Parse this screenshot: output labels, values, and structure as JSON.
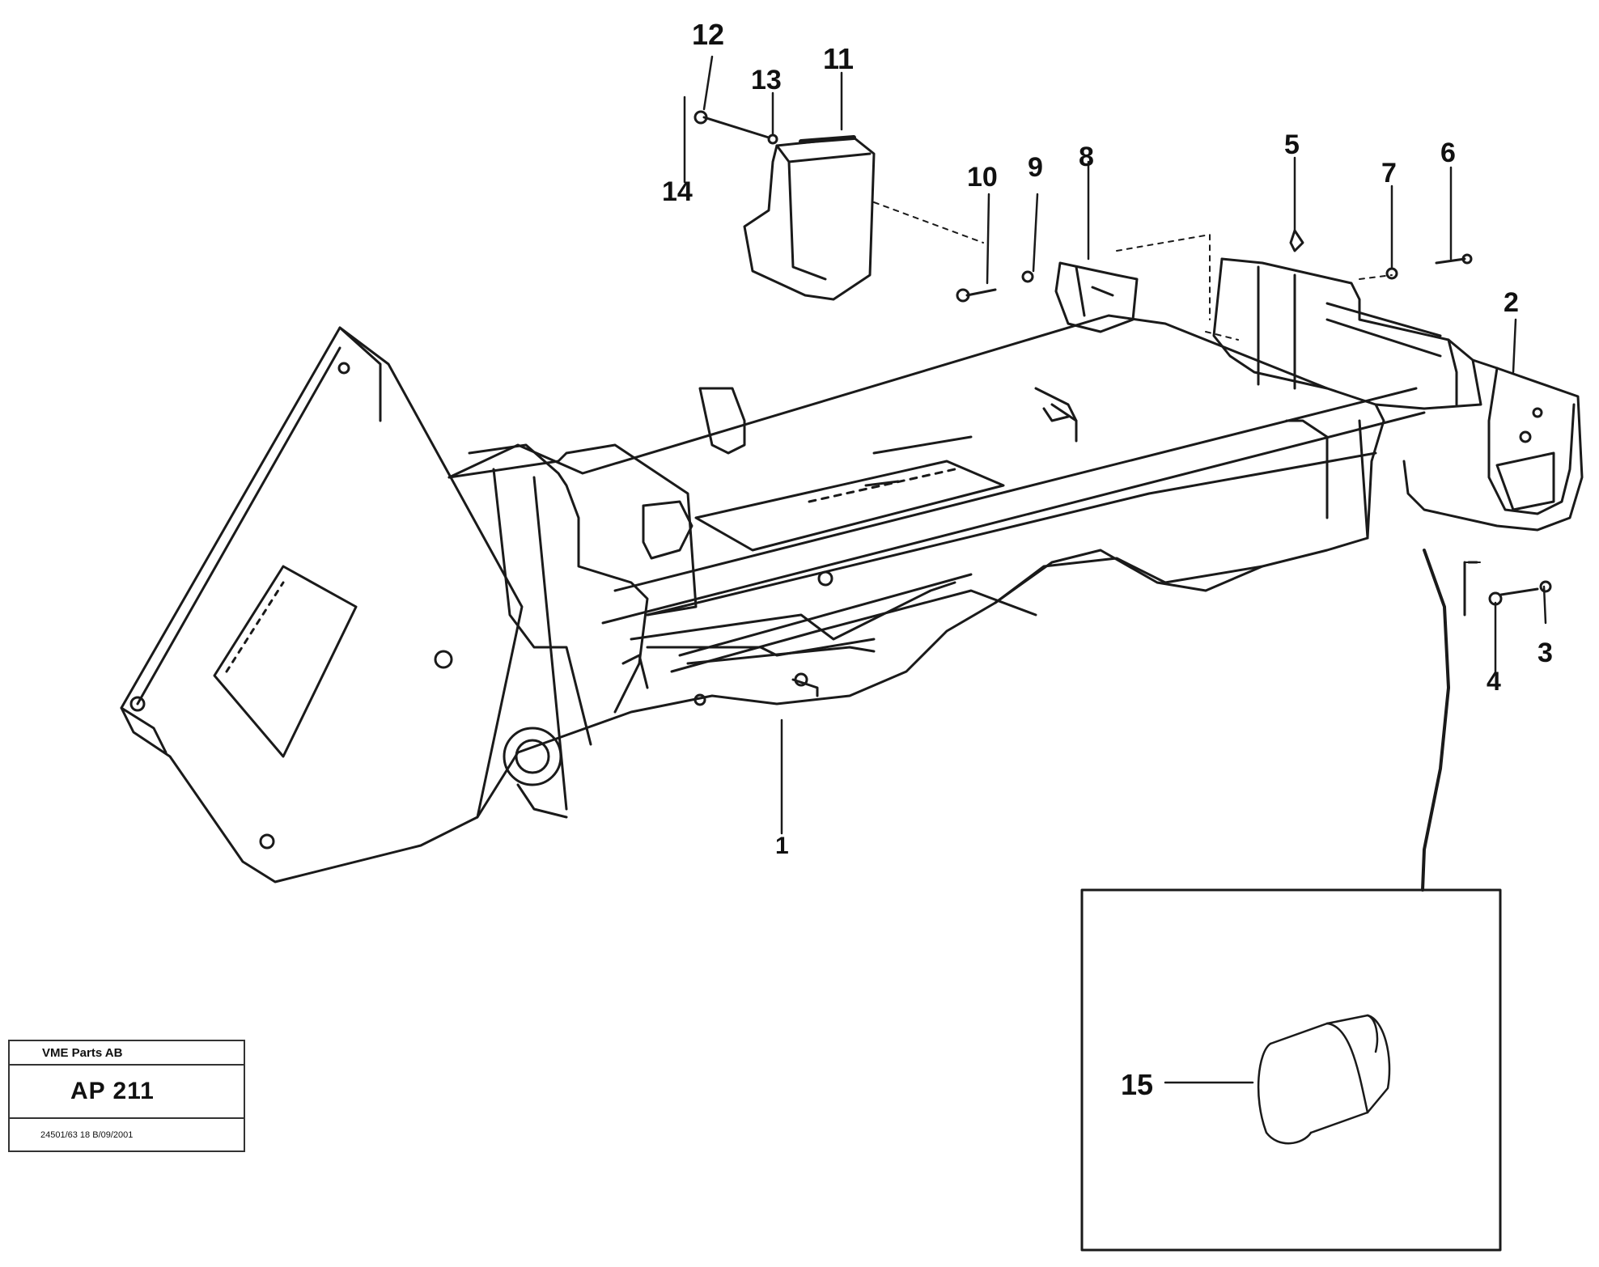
{
  "callouts": {
    "c1": "1",
    "c2": "2",
    "c3": "3",
    "c4": "4",
    "c5": "5",
    "c6": "6",
    "c7": "7",
    "c8": "8",
    "c9": "9",
    "c10": "10",
    "c11": "11",
    "c12": "12",
    "c13": "13",
    "c14": "14",
    "c15": "15"
  },
  "reference_box": {
    "publisher": "VME Parts AB",
    "code": "AP 211",
    "part_ref": "24501/63 18 B/09/2001"
  }
}
